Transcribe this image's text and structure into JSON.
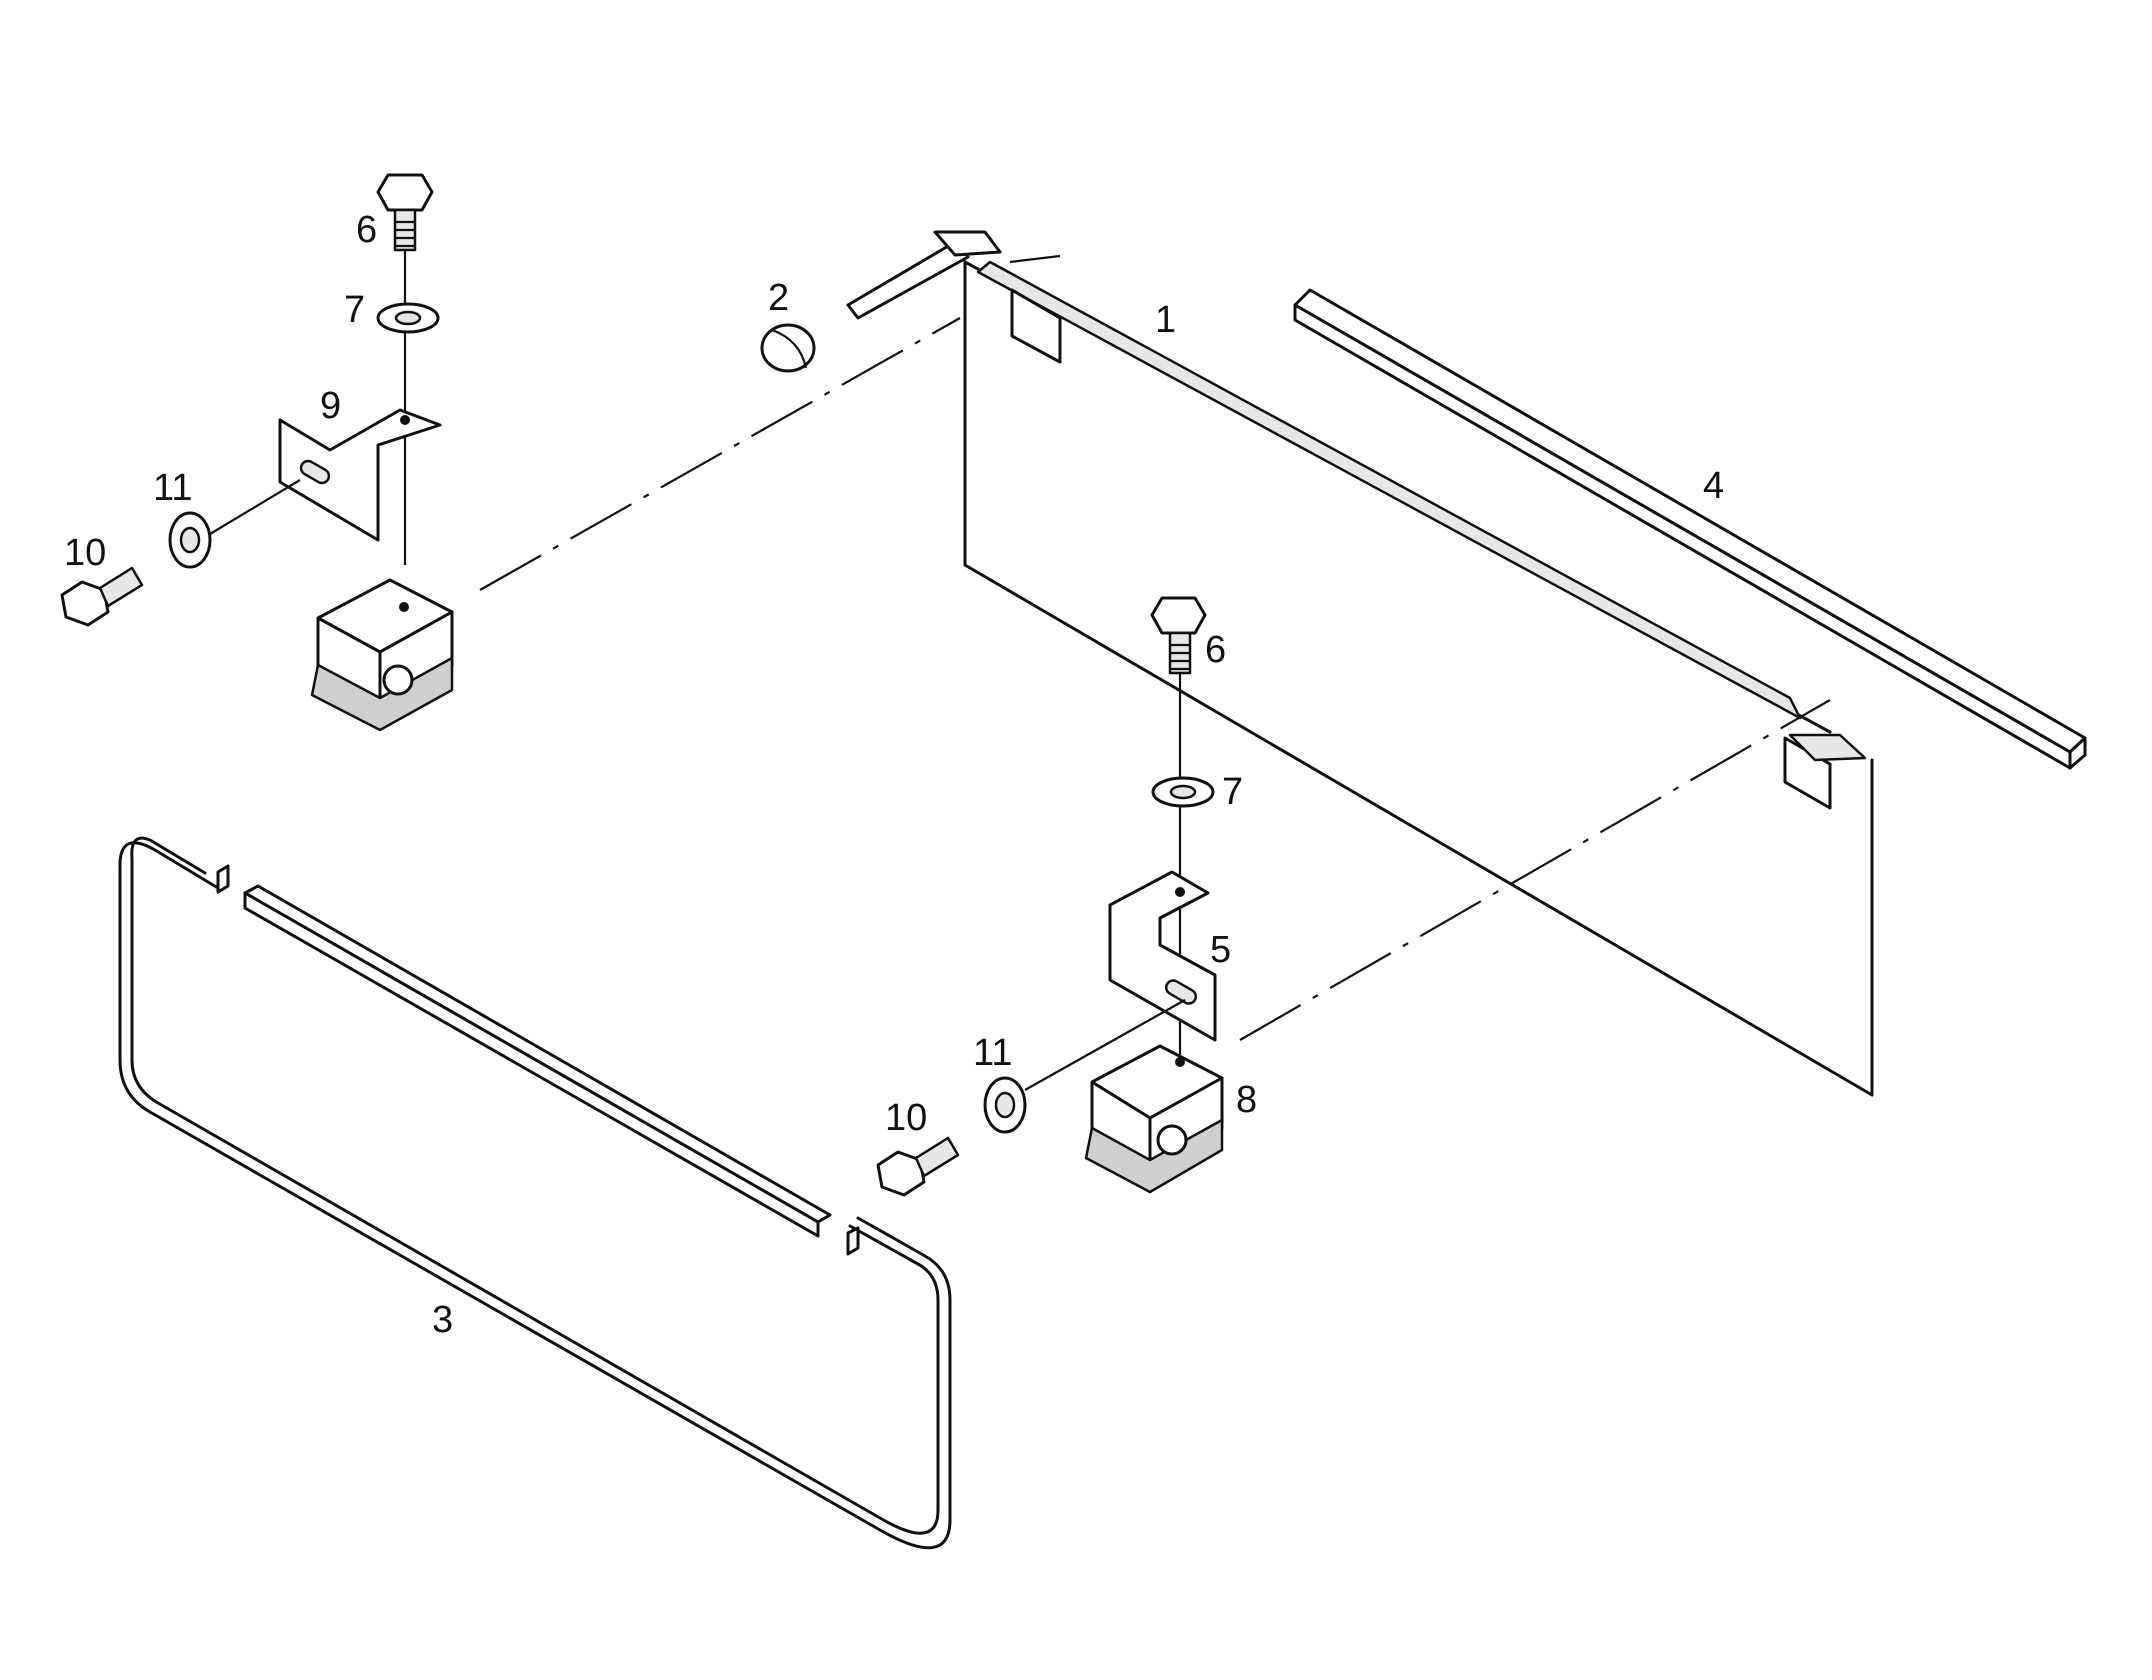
{
  "diagram": {
    "type": "exploded parts diagram",
    "callouts": {
      "c1": "1",
      "c2": "2",
      "c3": "3",
      "c4": "4",
      "c5": "5",
      "c6a": "6",
      "c6b": "6",
      "c7a": "7",
      "c7b": "7",
      "c8": "8",
      "c9": "9",
      "c10a": "10",
      "c10b": "10",
      "c11a": "11",
      "c11b": "11"
    }
  }
}
